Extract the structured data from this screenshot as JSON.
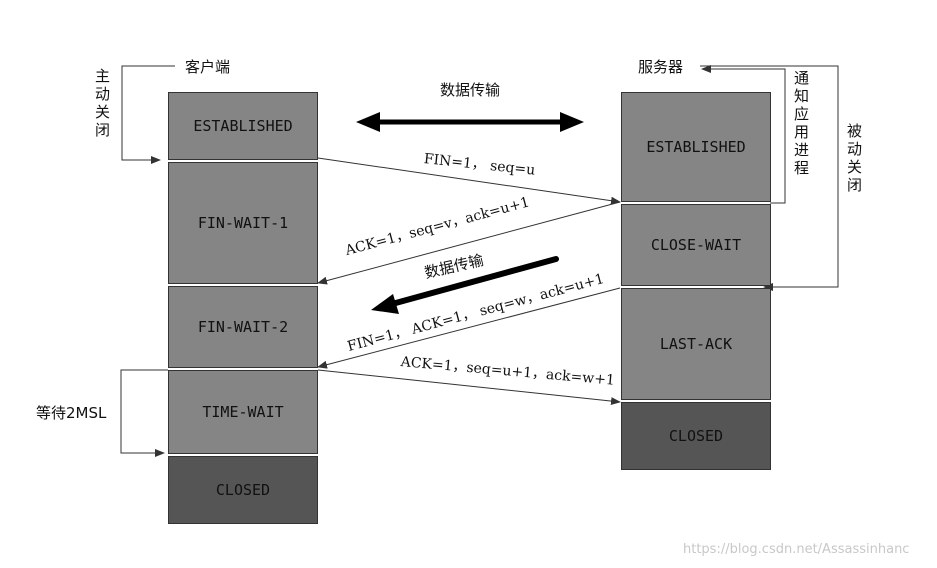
{
  "client": {
    "title": "客户端",
    "states": [
      "ESTABLISHED",
      "FIN-WAIT-1",
      "FIN-WAIT-2",
      "TIME-WAIT",
      "CLOSED"
    ]
  },
  "server": {
    "title": "服务器",
    "states": [
      "ESTABLISHED",
      "CLOSE-WAIT",
      "LAST-ACK",
      "CLOSED"
    ]
  },
  "side_labels": {
    "active_close": "主动关闭",
    "notify_app": "通知应用进程",
    "passive_close": "被动关闭",
    "wait_2msl": "等待2MSL"
  },
  "data_transfer": {
    "top": "数据传输",
    "middle": "数据传输"
  },
  "messages": [
    "FIN=1， seq=u",
    "ACK=1，seq=v，ack=u+1",
    "FIN=1， ACK=1， seq=w，ack=u+1",
    "ACK=1，seq=u+1，ack=w+1"
  ],
  "watermark": "https://blog.csdn.net/Assassinhanc"
}
